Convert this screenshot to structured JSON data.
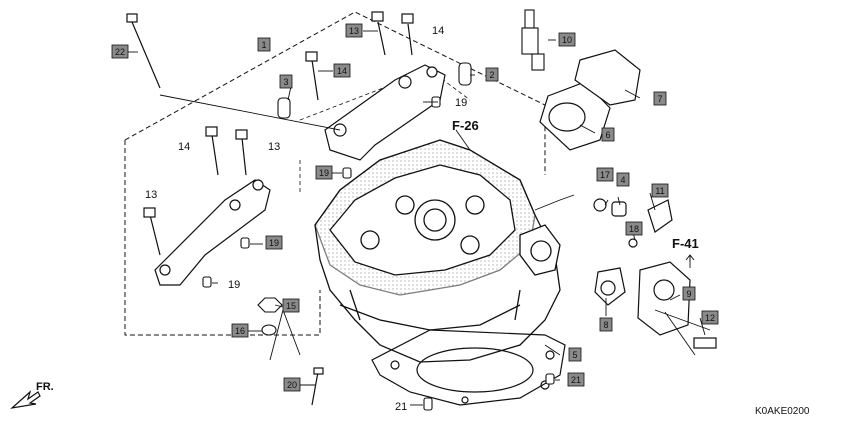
{
  "diagram": {
    "code": "K0AKE0200",
    "direction_label": "FR.",
    "refs": [
      "F-26",
      "F-41"
    ],
    "boxed_labels": [
      {
        "id": "tag-1",
        "text": "1"
      },
      {
        "id": "tag-2",
        "text": "2"
      },
      {
        "id": "tag-3",
        "text": "3"
      },
      {
        "id": "tag-4",
        "text": "4"
      },
      {
        "id": "tag-5",
        "text": "5"
      },
      {
        "id": "tag-6",
        "text": "6"
      },
      {
        "id": "tag-7",
        "text": "7"
      },
      {
        "id": "tag-8",
        "text": "8"
      },
      {
        "id": "tag-9",
        "text": "9"
      },
      {
        "id": "tag-10",
        "text": "10"
      },
      {
        "id": "tag-11",
        "text": "11"
      },
      {
        "id": "tag-12",
        "text": "12"
      },
      {
        "id": "tag-13a",
        "text": "13"
      },
      {
        "id": "tag-14a",
        "text": "14"
      },
      {
        "id": "tag-15",
        "text": "15"
      },
      {
        "id": "tag-16",
        "text": "16"
      },
      {
        "id": "tag-17",
        "text": "17"
      },
      {
        "id": "tag-18",
        "text": "18"
      },
      {
        "id": "tag-19a",
        "text": "19"
      },
      {
        "id": "tag-19b",
        "text": "19"
      },
      {
        "id": "tag-20",
        "text": "20"
      },
      {
        "id": "tag-21",
        "text": "21"
      },
      {
        "id": "tag-22",
        "text": "22"
      }
    ],
    "plain_labels": [
      {
        "id": "pl-14a",
        "text": "14"
      },
      {
        "id": "pl-19a",
        "text": "19"
      },
      {
        "id": "pl-14b",
        "text": "14"
      },
      {
        "id": "pl-13a",
        "text": "13"
      },
      {
        "id": "pl-13b",
        "text": "13"
      },
      {
        "id": "pl-19b",
        "text": "19"
      },
      {
        "id": "pl-21",
        "text": "21"
      }
    ]
  }
}
